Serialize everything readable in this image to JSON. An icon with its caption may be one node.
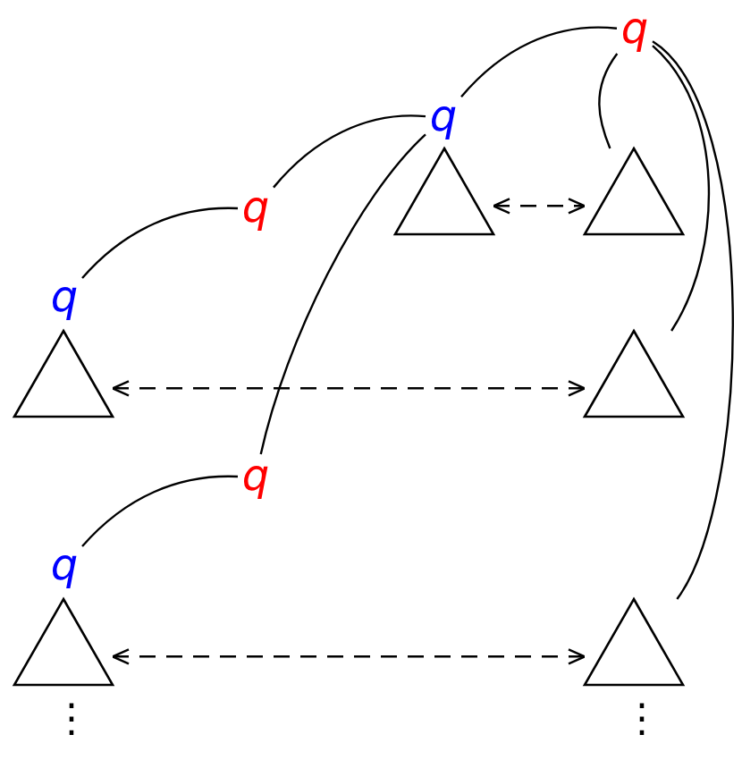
{
  "diagram": {
    "nodes": [
      {
        "text": [
          "q"
        ]
      },
      {
        "text": [
          "q"
        ]
      },
      {
        "text": [
          "q"
        ]
      },
      {
        "text": [
          "q"
        ]
      },
      {
        "text": [
          "q"
        ]
      },
      {
        "text": [
          "q"
        ]
      },
      {
        "text": [],
        "shape": "triangle"
      },
      {
        "text": [],
        "shape": "triangle"
      },
      {
        "text": [],
        "shape": "triangle"
      },
      {
        "text": [],
        "shape": "triangle"
      },
      {
        "text": [],
        "shape": "triangle"
      },
      {
        "text": [],
        "shape": "triangle"
      }
    ],
    "edges": [
      {
        "from": 0,
        "to": 1,
        "arrow": "none"
      },
      {
        "from": 1,
        "to": 2,
        "arrow": "none"
      },
      {
        "from": 2,
        "to": 3,
        "arrow": "none"
      },
      {
        "from": 1,
        "to": 4,
        "arrow": "none"
      },
      {
        "from": 4,
        "to": 5,
        "arrow": "none"
      },
      {
        "from": 0,
        "to": 7,
        "arrow": "none"
      },
      {
        "from": 0,
        "to": 9,
        "arrow": "none"
      },
      {
        "from": 0,
        "to": 11,
        "arrow": "none"
      },
      {
        "from": 6,
        "to": 7,
        "arrow": "both",
        "style": "dashed"
      },
      {
        "from": 8,
        "to": 9,
        "arrow": "both",
        "style": "dashed"
      },
      {
        "from": 10,
        "to": 11,
        "arrow": "both",
        "style": "dashed"
      }
    ],
    "labels": [
      "⋮",
      "⋮"
    ]
  }
}
